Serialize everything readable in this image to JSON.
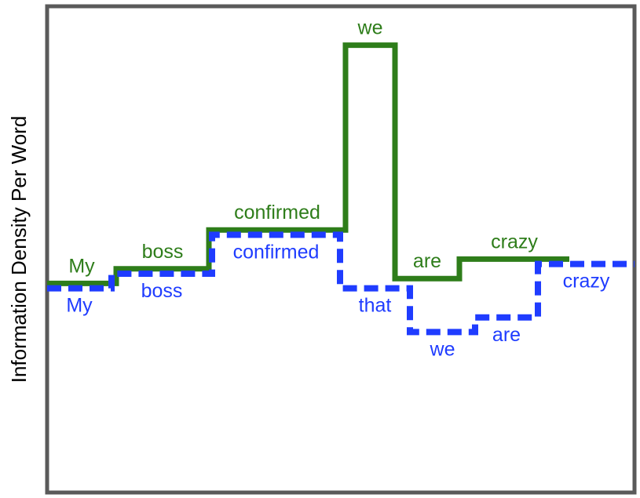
{
  "chart_data": {
    "type": "line",
    "step": true,
    "title": "",
    "xlabel": "",
    "ylabel": "Information Density Per Word",
    "ylim": [
      0,
      100
    ],
    "grid": false,
    "legend": "none",
    "axis_ticks": "none",
    "series": [
      {
        "key": "green",
        "color": "#2e7d1a",
        "style": "solid",
        "points": [
          {
            "word": "My",
            "value": 43
          },
          {
            "word": "boss",
            "value": 46
          },
          {
            "word": "confirmed",
            "value": 54
          },
          {
            "word": "we",
            "value": 92
          },
          {
            "word": "are",
            "value": 44
          },
          {
            "word": "crazy",
            "value": 48
          }
        ]
      },
      {
        "key": "blue",
        "color": "#1f3cff",
        "style": "dashed",
        "points": [
          {
            "word": "My",
            "value": 42
          },
          {
            "word": "boss",
            "value": 45
          },
          {
            "word": "confirmed",
            "value": 53
          },
          {
            "word": "that",
            "value": 42
          },
          {
            "word": "we",
            "value": 33
          },
          {
            "word": "are",
            "value": 36
          },
          {
            "word": "crazy",
            "value": 47
          }
        ]
      }
    ]
  }
}
